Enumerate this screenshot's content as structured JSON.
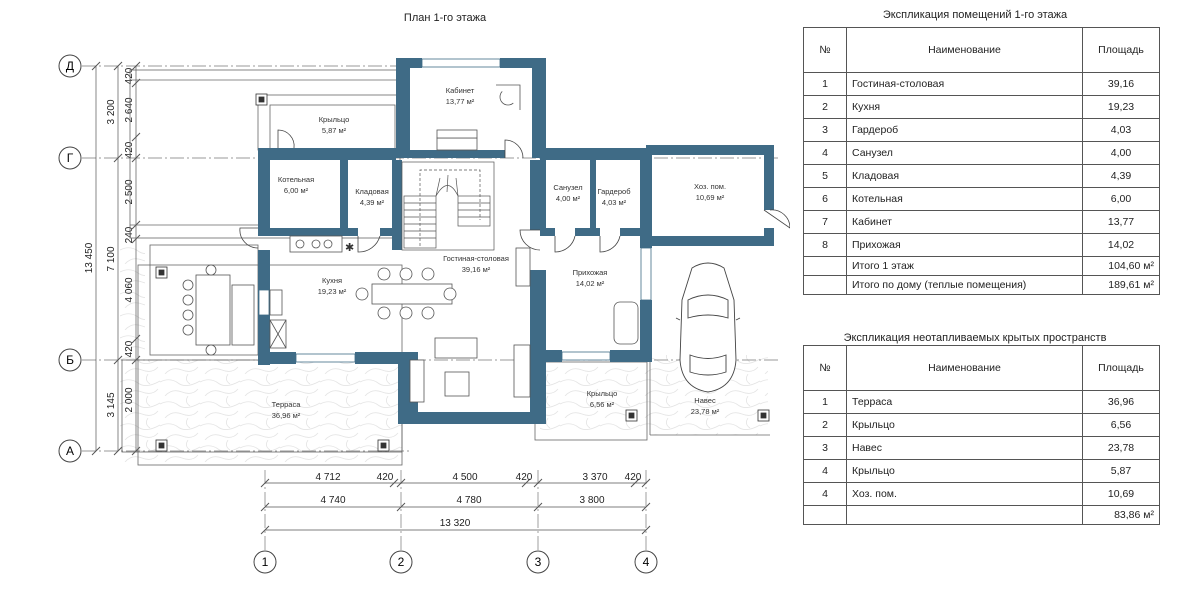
{
  "plan": {
    "title": "План 1-го этажа",
    "axes_h": [
      "Д",
      "Г",
      "Б",
      "А"
    ],
    "axes_v": [
      "1",
      "2",
      "3",
      "4"
    ],
    "left_dims": {
      "outer": "13 450",
      "mid": [
        "3 200",
        "7 100",
        "3 145"
      ],
      "inner": [
        "420",
        "2 640",
        "420",
        "2 500",
        "240",
        "4 060",
        "420",
        "2 000"
      ]
    },
    "bottom_dims": {
      "row1": [
        "4 712",
        "420",
        "4 500",
        "420",
        "3 370",
        "420"
      ],
      "row2": [
        "4 740",
        "4 780",
        "3 800"
      ],
      "row3": "13 320"
    },
    "rooms": {
      "kabinet": {
        "name": "Кабинет",
        "area": "13,77 м²"
      },
      "krylco_top": {
        "name": "Крыльцо",
        "area": "5,87 м²"
      },
      "kotelnaya": {
        "name": "Котельная",
        "area": "6,00 м²"
      },
      "kladovaya": {
        "name": "Кладовая",
        "area": "4,39 м²"
      },
      "sanuzel": {
        "name": "Санузел",
        "area": "4,00 м²"
      },
      "garderob": {
        "name": "Гардероб",
        "area": "4,03 м²"
      },
      "hoz": {
        "name": "Хоз. пом.",
        "area": "10,69 м²"
      },
      "kuhnya": {
        "name": "Кухня",
        "area": "19,23 м²"
      },
      "gostinaya": {
        "name": "Гостиная-столовая",
        "area": "39,16 м²"
      },
      "prihozhaya": {
        "name": "Прихожая",
        "area": "14,02 м²"
      },
      "terrasa": {
        "name": "Терраса",
        "area": "36,96 м²"
      },
      "krylco_bottom": {
        "name": "Крыльцо",
        "area": "6,56 м²"
      },
      "naves": {
        "name": "Навес",
        "area": "23,78 м²"
      }
    }
  },
  "table1": {
    "title": "Экспликация помещений 1-го этажа",
    "headers": [
      "№",
      "Наименование",
      "Площадь"
    ],
    "rows": [
      [
        "1",
        "Гостиная-столовая",
        "39,16"
      ],
      [
        "2",
        "Кухня",
        "19,23"
      ],
      [
        "3",
        "Гардероб",
        "4,03"
      ],
      [
        "4",
        "Санузел",
        "4,00"
      ],
      [
        "5",
        "Кладовая",
        "4,39"
      ],
      [
        "6",
        "Котельная",
        "6,00"
      ],
      [
        "7",
        "Кабинет",
        "13,77"
      ],
      [
        "8",
        "Прихожая",
        "14,02"
      ]
    ],
    "totals": [
      [
        "",
        "Итого 1 этаж",
        "104,60 м²"
      ],
      [
        "",
        "Итого по дому (теплые помещения)",
        "189,61 м²"
      ]
    ]
  },
  "table2": {
    "title": "Экспликация неотапливаемых крытых пространств",
    "headers": [
      "№",
      "Наименование",
      "Площадь"
    ],
    "rows": [
      [
        "1",
        "Терраса",
        "36,96"
      ],
      [
        "2",
        "Крыльцо",
        "6,56"
      ],
      [
        "3",
        "Навес",
        "23,78"
      ],
      [
        "4",
        "Крыльцо",
        "5,87"
      ],
      [
        "4",
        "Хоз. пом.",
        "10,69"
      ]
    ],
    "totals": [
      [
        "",
        "",
        "83,86 м²"
      ]
    ]
  },
  "colors": {
    "wall": "#3f6b86",
    "line": "#444444",
    "thin": "#888888"
  }
}
